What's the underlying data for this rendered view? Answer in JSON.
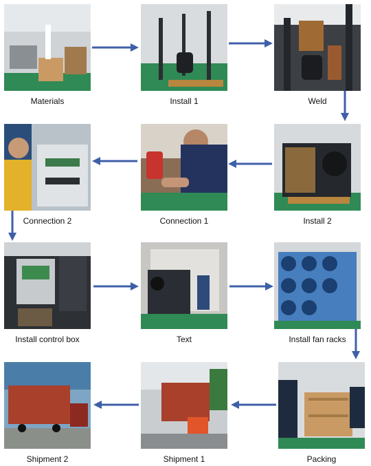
{
  "steps": [
    {
      "label": "Materials"
    },
    {
      "label": "Install 1"
    },
    {
      "label": "Weld"
    },
    {
      "label": "Install 2"
    },
    {
      "label": "Connection 1"
    },
    {
      "label": "Connection 2"
    },
    {
      "label": "Install control box"
    },
    {
      "label": "Text"
    },
    {
      "label": "Install fan racks"
    },
    {
      "label": "Packing"
    },
    {
      "label": "Shipment 1"
    },
    {
      "label": "Shipment 2"
    }
  ],
  "colors": {
    "arrow": "#3f5fa8",
    "floor_green": "#2f8a55",
    "container_red": "#a8402c",
    "fan_blue": "#2e6fb8",
    "crate_wood": "#c99a63"
  }
}
